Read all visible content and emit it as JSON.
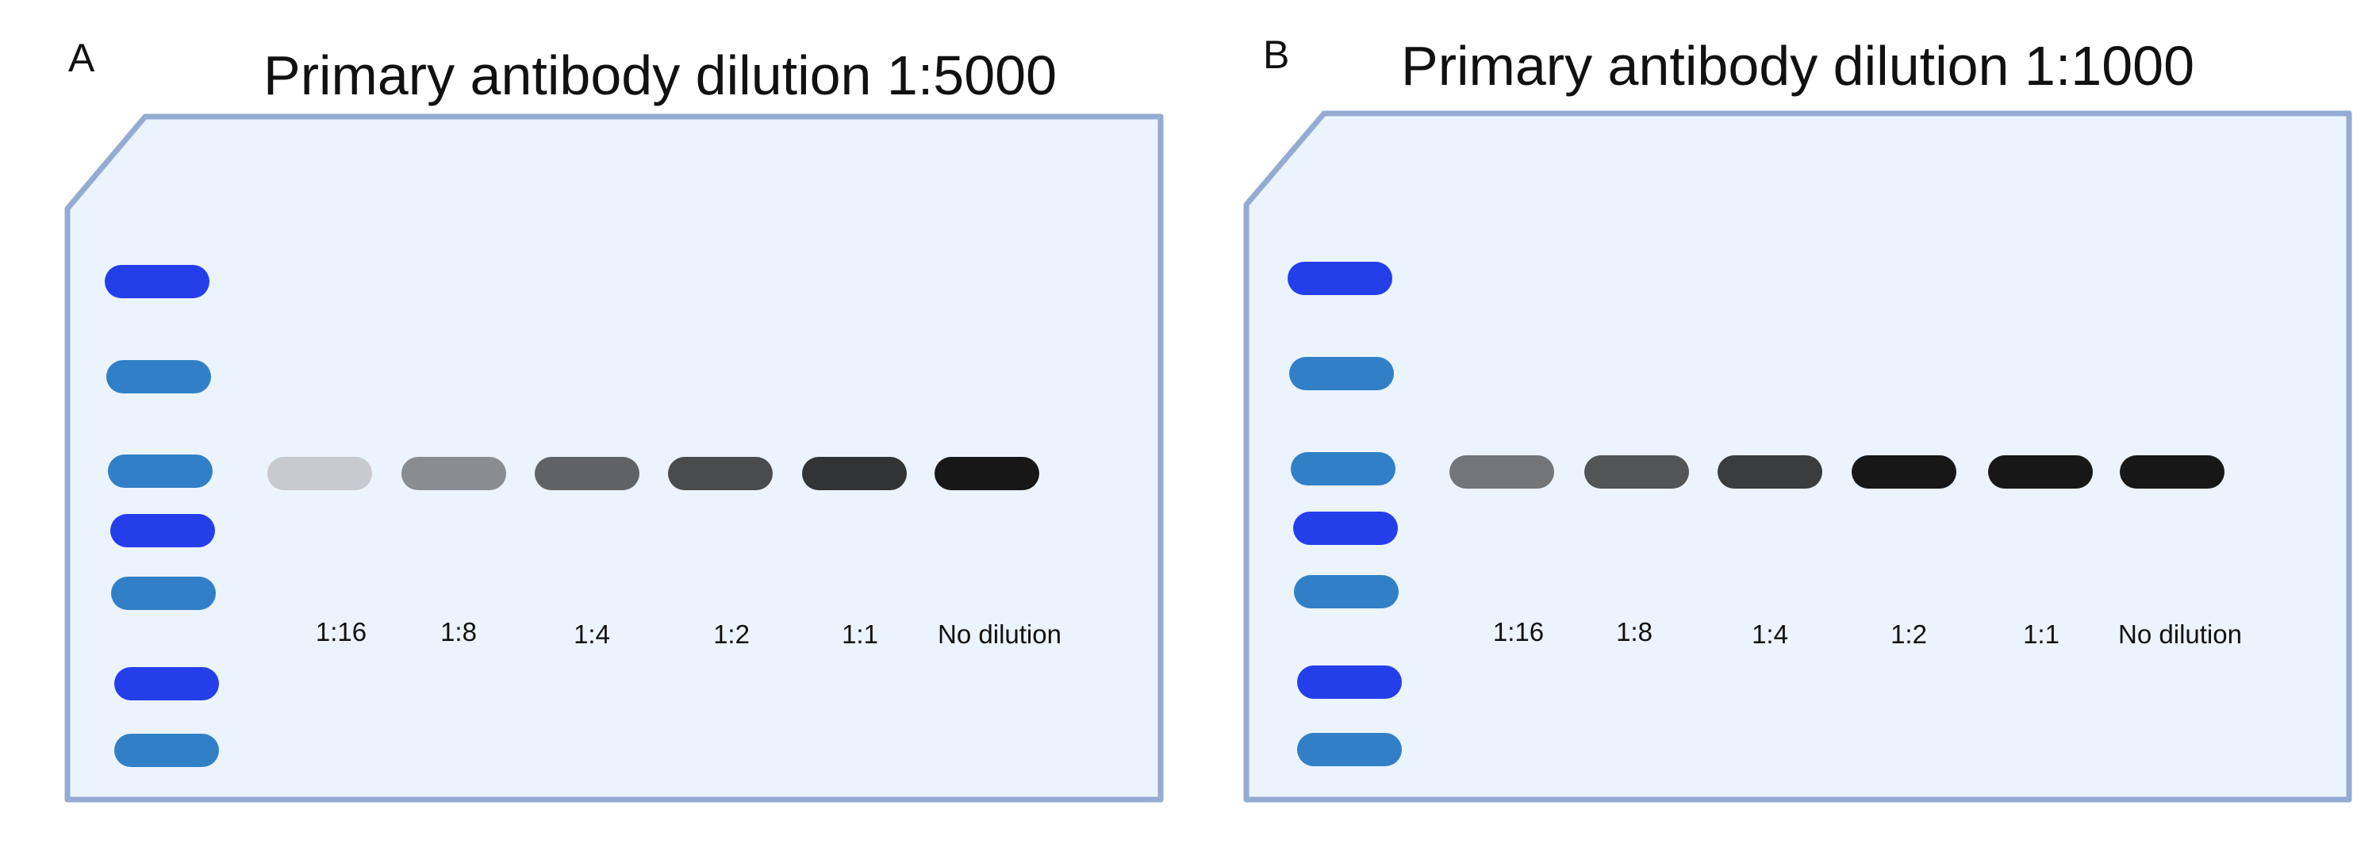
{
  "colors": {
    "membrane_fill": "#ebf3fc",
    "membrane_stroke": "#94abd3",
    "ladder_dark_blue": "#243eea",
    "ladder_mid_blue": "#3180c7"
  },
  "panels": [
    {
      "letter": "A",
      "title": "Primary antibody dilution 1:5000",
      "ladder_bands": [
        "dark",
        "mid",
        "mid",
        "dark",
        "mid",
        "dark",
        "mid"
      ],
      "lanes": [
        {
          "label": "1:16",
          "band_color": "#c8cacf"
        },
        {
          "label": "1:8",
          "band_color": "#898c91"
        },
        {
          "label": "1:4",
          "band_color": "#606266"
        },
        {
          "label": "1:2",
          "band_color": "#4a4b4d"
        },
        {
          "label": "1:1",
          "band_color": "#323334"
        },
        {
          "label": "No dilution",
          "band_color": "#171717"
        }
      ]
    },
    {
      "letter": "B",
      "title": "Primary antibody dilution 1:1000",
      "ladder_bands": [
        "dark",
        "mid",
        "mid",
        "dark",
        "mid",
        "dark",
        "mid"
      ],
      "lanes": [
        {
          "label": "1:16",
          "band_color": "#747578"
        },
        {
          "label": "1:8",
          "band_color": "#535456"
        },
        {
          "label": "1:4",
          "band_color": "#3b3c3d"
        },
        {
          "label": "1:2",
          "band_color": "#171717"
        },
        {
          "label": "1:1",
          "band_color": "#171717"
        },
        {
          "label": "No dilution",
          "band_color": "#171717"
        }
      ]
    }
  ]
}
